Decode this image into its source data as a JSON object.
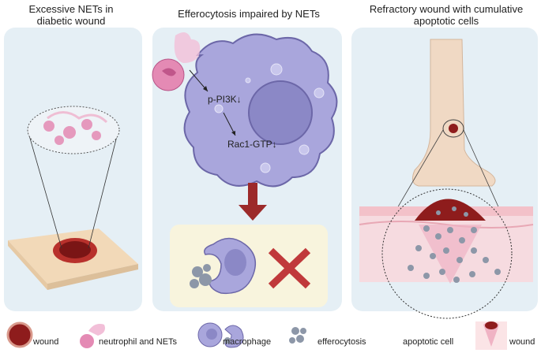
{
  "titles": {
    "left": "Excessive NETs in diabetic wound",
    "middle": "Efferocytosis impaired by NETs",
    "right": "Refractory wound with cumulative apoptotic cells"
  },
  "labels": {
    "pi3k": "p-PI3K↓",
    "rac1": "Rac1-GTP↓"
  },
  "legend": [
    {
      "icon": "wound-icon",
      "label": "wound"
    },
    {
      "icon": "neutrophil-icon",
      "label": "neutrophil and NETs"
    },
    {
      "icon": "macrophage-icon",
      "label": "macrophage"
    },
    {
      "icon": "efferocytosis-icon",
      "label": "efferocytosis"
    },
    {
      "icon": "apoptotic-cell-icon",
      "label": "apoptotic cell"
    },
    {
      "icon": "skin-wound-icon",
      "label": "wound"
    }
  ],
  "colors": {
    "panel": "#e5eff5",
    "macrophage": "#a9a6dc",
    "wound": "#8e1c1c",
    "cross": "#c0393b",
    "arrow": "#9c2a2a"
  }
}
